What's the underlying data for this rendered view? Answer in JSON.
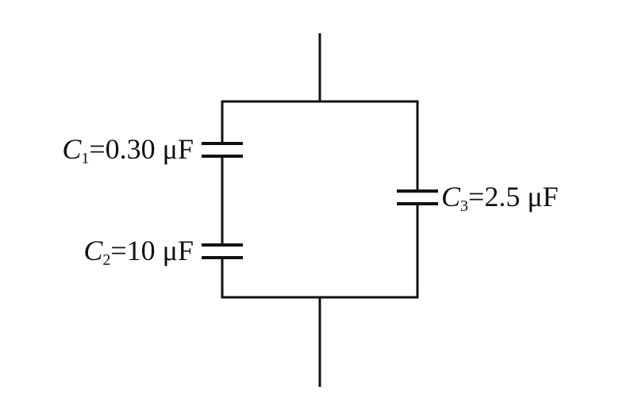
{
  "capacitors": [
    {
      "id": "C1",
      "symbol": "C",
      "subscript": "1",
      "equals": "=",
      "value": "0.30 μF"
    },
    {
      "id": "C2",
      "symbol": "C",
      "subscript": "2",
      "equals": "=",
      "value": "10 μF"
    },
    {
      "id": "C3",
      "symbol": "C",
      "subscript": "3",
      "equals": "=",
      "value": "2.5 μF"
    }
  ],
  "colors": {
    "stroke": "#111111",
    "background": "#ffffff"
  }
}
